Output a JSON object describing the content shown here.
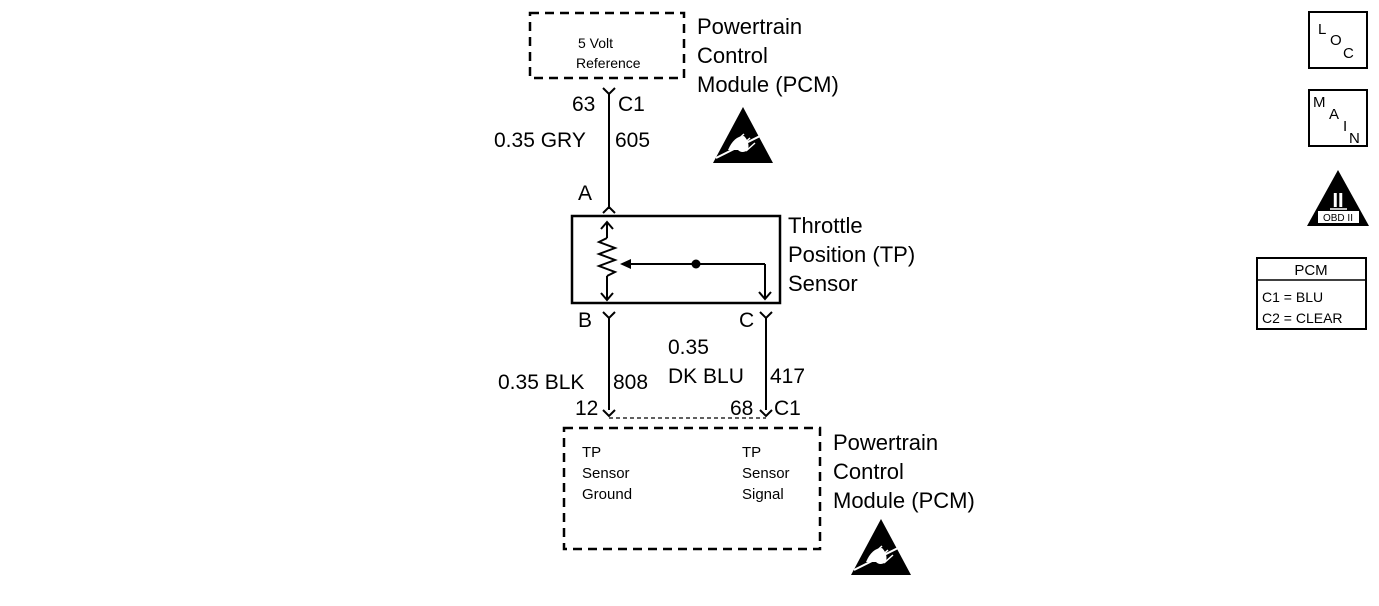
{
  "pcm_top": {
    "title_lines": [
      "Powertrain",
      "Control",
      "Module (PCM)"
    ],
    "inner_lines": [
      "5 Volt",
      "Reference"
    ],
    "pin": "63",
    "connector": "C1"
  },
  "wire_ref": {
    "gauge_color": "0.35 GRY",
    "circuit": "605"
  },
  "tp_sensor": {
    "title_lines": [
      "Throttle",
      "Position (TP)",
      "Sensor"
    ],
    "terminal_a": "A",
    "terminal_b": "B",
    "terminal_c": "C"
  },
  "wire_ground": {
    "gauge_color": "0.35 BLK",
    "circuit": "808",
    "pin": "12"
  },
  "wire_signal": {
    "gauge_lines": [
      "0.35",
      "DK BLU"
    ],
    "circuit": "417",
    "pin": "68",
    "connector": "C1"
  },
  "pcm_bottom": {
    "title_lines": [
      "Powertrain",
      "Control",
      "Module (PCM)"
    ],
    "ground_lines": [
      "TP",
      "Sensor",
      "Ground"
    ],
    "signal_lines": [
      "TP",
      "Sensor",
      "Signal"
    ]
  },
  "side_icons": {
    "loc": [
      "L",
      "O",
      "C"
    ],
    "main": [
      "M",
      "A",
      "I",
      "N"
    ],
    "obd_numeral": "II",
    "obd_label": "OBD II"
  },
  "connector_legend": {
    "header": "PCM",
    "rows": [
      "C1 = BLU",
      "C2 = CLEAR"
    ]
  }
}
